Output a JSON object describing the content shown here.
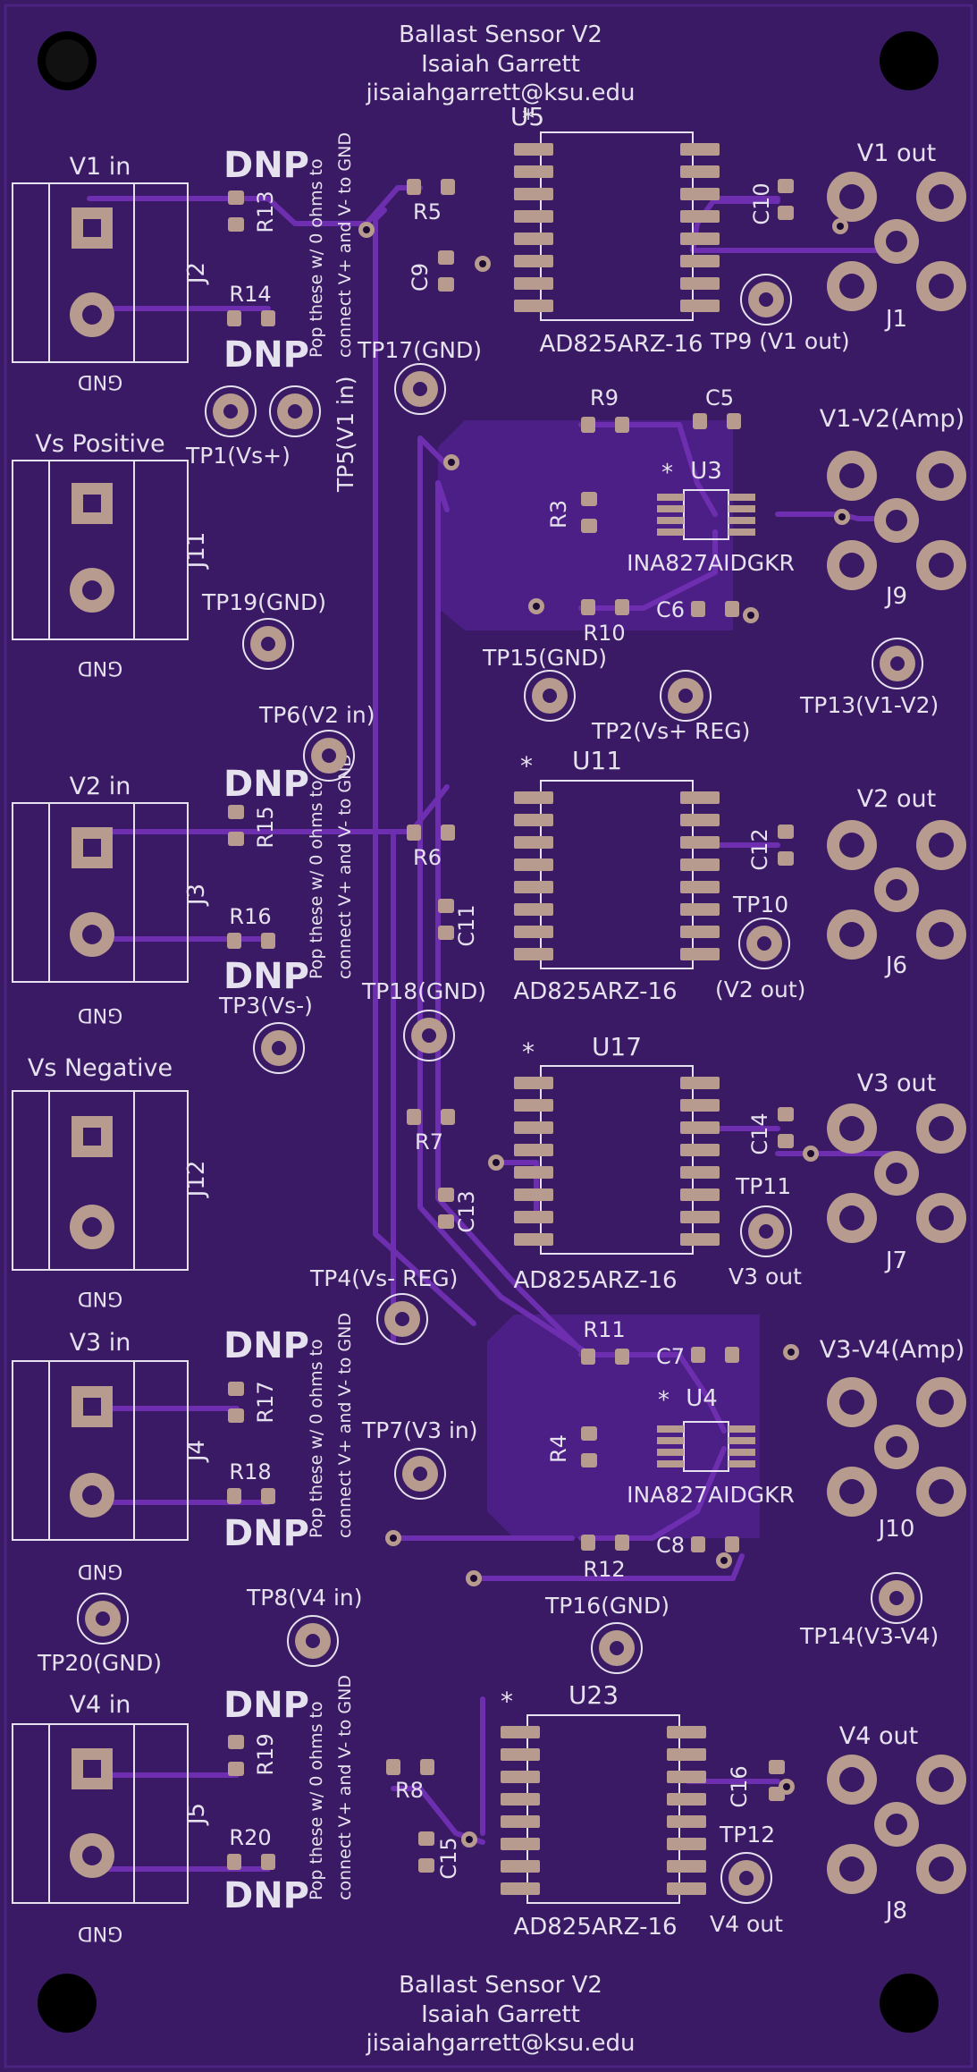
{
  "header": {
    "line1": "Ballast Sensor V2",
    "line2": "Isaiah Garrett",
    "line3": "jisaiahgarrett@ksu.edu"
  },
  "footer": {
    "line1": "Ballast Sensor V2",
    "line2": "Isaiah Garrett",
    "line3": "jisaiahgarrett@ksu.edu"
  },
  "terminals": [
    {
      "id": "J2",
      "label": "V1 in",
      "gnd": "GND"
    },
    {
      "id": "J11",
      "label": "Vs Positive",
      "gnd": "GND"
    },
    {
      "id": "J3",
      "label": "V2 in",
      "gnd": "GND"
    },
    {
      "id": "J12",
      "label": "Vs Negative",
      "gnd": "GND"
    },
    {
      "id": "J4",
      "label": "V3 in",
      "gnd": "GND"
    },
    {
      "id": "J5",
      "label": "V4 in",
      "gnd": "GND"
    }
  ],
  "dnp": "DNP",
  "pop_note_line1": "Pop these w/ 0 ohms to",
  "pop_note_line2": "connect V+ and V- to GND",
  "resistors": {
    "R13": "R13",
    "R14": "R14",
    "R15": "R15",
    "R16": "R16",
    "R17": "R17",
    "R18": "R18",
    "R19": "R19",
    "R20": "R20",
    "R5": "R5",
    "R6": "R6",
    "R7": "R7",
    "R8": "R8",
    "R9": "R9",
    "R3": "R3",
    "R10": "R10",
    "R11": "R11",
    "R4": "R4",
    "R12": "R12"
  },
  "capacitors": {
    "C5": "C5",
    "C6": "C6",
    "C7": "C7",
    "C8": "C8",
    "C9": "C9",
    "C10": "C10",
    "C11": "C11",
    "C12": "C12",
    "C13": "C13",
    "C14": "C14",
    "C15": "C15",
    "C16": "C16"
  },
  "chips": {
    "U5": {
      "ref": "U5",
      "part": "AD825ARZ-16"
    },
    "U11": {
      "ref": "U11",
      "part": "AD825ARZ-16"
    },
    "U17": {
      "ref": "U17",
      "part": "AD825ARZ-16"
    },
    "U23": {
      "ref": "U23",
      "part": "AD825ARZ-16"
    },
    "U3": {
      "ref": "U3",
      "part": "INA827AIDGKR"
    },
    "U4": {
      "ref": "U4",
      "part": "INA827AIDGKR"
    }
  },
  "pin1_marker": "*",
  "connectors": [
    {
      "id": "J1",
      "label": "V1 out"
    },
    {
      "id": "J9",
      "label": "V1-V2(Amp)"
    },
    {
      "id": "J6",
      "label": "V2 out"
    },
    {
      "id": "J7",
      "label": "V3 out"
    },
    {
      "id": "J10",
      "label": "V3-V4(Amp)"
    },
    {
      "id": "J8",
      "label": "V4 out"
    }
  ],
  "testpoints": {
    "TP17": "TP17(GND)",
    "TP9": "TP9 (V1 out)",
    "TP1": "TP1(Vs+)",
    "TP5": "TP5(V1 in)",
    "TP19": "TP19(GND)",
    "TP15": "TP15(GND)",
    "TP2": "TP2(Vs+ REG)",
    "TP13": "TP13(V1-V2)",
    "TP6": "TP6(V2 in)",
    "TP10": "TP10",
    "TP10b": "(V2 out)",
    "TP18": "TP18(GND)",
    "TP3": "TP3(Vs-)",
    "TP11": "TP11",
    "TP11b": "V3 out",
    "TP4": "TP4(Vs- REG)",
    "TP7": "TP7(V3 in)",
    "TP8": "TP8(V4 in)",
    "TP20": "TP20(GND)",
    "TP16": "TP16(GND)",
    "TP14": "TP14(V3-V4)",
    "TP12": "TP12",
    "TP12b": "V4 out"
  },
  "colors": {
    "board": "#3a1a64",
    "copper_pour": "#4b1f86",
    "trace": "#6d2fb0",
    "pad": "#b79b8f",
    "silkscreen": "#e6e1ee"
  }
}
